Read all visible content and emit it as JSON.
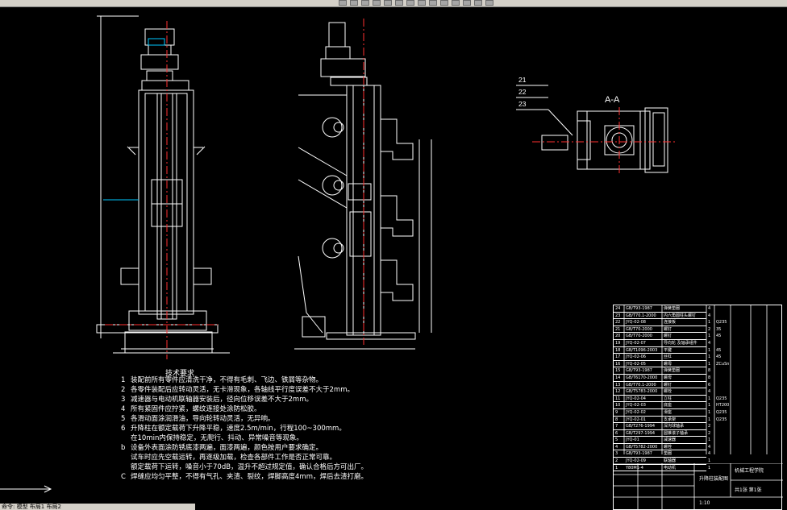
{
  "app": {
    "toolbar_icons": [
      "new-icon",
      "open-icon",
      "save-icon",
      "print-icon",
      "cut-icon",
      "copy-icon",
      "paste-icon",
      "undo-icon",
      "redo-icon",
      "zoom-icon",
      "pan-icon",
      "layer-icon",
      "properties-icon",
      "help-icon"
    ]
  },
  "drawing": {
    "section_label": "A-A",
    "callouts": [
      "21",
      "22",
      "23"
    ],
    "notes_title": "技术要求",
    "notes": [
      {
        "num": "1",
        "text": "装配前所有零件应清洗干净，不得有毛刺、飞边、铁屑等杂物。"
      },
      {
        "num": "2",
        "text": "各零件装配后应转动灵活，无卡滞现象，各轴线平行度误差不大于2mm。"
      },
      {
        "num": "3",
        "text": "减速器与电动机联轴器安装后，径向位移误差不大于2mm。"
      },
      {
        "num": "4",
        "text": "所有紧固件应拧紧，螺纹连接处涂防松胶。"
      },
      {
        "num": "5",
        "text": "各滑动面涂润滑油，导向轮转动灵活，无异响。"
      },
      {
        "num": "6",
        "text": "升降柱在额定载荷下升降平稳，速度2.5m/min，行程100~300mm。"
      },
      {
        "num": "",
        "text": "在10min内保持稳定，无爬行、抖动、异常噪音等现象。"
      },
      {
        "num": "b",
        "text": "设备外表面涂防锈底漆两遍，面漆两遍，颜色按用户要求确定。"
      },
      {
        "num": "",
        "text": "试车时应先空载运转，再逐级加载，检查各部件工作是否正常可靠。"
      },
      {
        "num": "",
        "text": "额定载荷下运转，噪音小于70dB，温升不超过规定值，确认合格后方可出厂。"
      },
      {
        "num": "C",
        "text": "焊缝应均匀平整，不得有气孔、夹渣、裂纹，焊脚高度4mm，焊后去渣打磨。"
      }
    ],
    "titleblock": {
      "bom_rows": [
        [
          "24",
          "GB/T93-1987",
          "弹簧垫圈",
          "4",
          "",
          ""
        ],
        [
          "23",
          "GB/T70.1-2000",
          "内六角圆柱头螺钉",
          "4",
          "",
          ""
        ],
        [
          "22",
          "JYQ-02-08",
          "连接板",
          "1",
          "Q235",
          ""
        ],
        [
          "21",
          "GB/T70-2000",
          "螺钉",
          "2",
          "35",
          ""
        ],
        [
          "20",
          "GB/T70-2000",
          "螺钉",
          "1",
          "45",
          ""
        ],
        [
          "19",
          "JYQ-02-07",
          "导向轮 及轴承组件",
          "4",
          "",
          ""
        ],
        [
          "18",
          "GB/T1096-2003",
          "平键",
          "1",
          "45",
          ""
        ],
        [
          "17",
          "JYQ-02-06",
          "丝杠",
          "1",
          "45",
          ""
        ],
        [
          "16",
          "JYQ-02-05",
          "螺母",
          "1",
          "ZCuSn",
          ""
        ],
        [
          "15",
          "GB/T93-1987",
          "弹簧垫圈",
          "8",
          "",
          ""
        ],
        [
          "14",
          "GB/T6170-2000",
          "螺母",
          "8",
          "",
          ""
        ],
        [
          "13",
          "GB/T70.1-2000",
          "螺钉",
          "6",
          "",
          ""
        ],
        [
          "12",
          "GB/T5783-2000",
          "螺栓",
          "4",
          "",
          ""
        ],
        [
          "11",
          "JYQ-02-04",
          "立柱",
          "1",
          "Q235",
          ""
        ],
        [
          "10",
          "JYQ-02-03",
          "底座",
          "1",
          "HT200",
          ""
        ],
        [
          "9",
          "JYQ-02-02",
          "滑座",
          "1",
          "Q235",
          ""
        ],
        [
          "8",
          "JYQ-02-01",
          "支承架",
          "1",
          "Q235",
          ""
        ],
        [
          "7",
          "GB/T276-1994",
          "深沟球轴承",
          "2",
          "",
          ""
        ],
        [
          "6",
          "GB/T297-1994",
          "圆锥滚子轴承",
          "2",
          "",
          ""
        ],
        [
          "5",
          "JYQ-01",
          "减速器",
          "1",
          "",
          ""
        ],
        [
          "4",
          "GB/T5782-2000",
          "螺栓",
          "4",
          "",
          ""
        ],
        [
          "3",
          "GB/T93-1987",
          "垫圈",
          "4",
          "",
          ""
        ],
        [
          "2",
          "JYQ-02-09",
          "联轴器",
          "1",
          "",
          ""
        ],
        [
          "1",
          "Y80M1-4",
          "电动机",
          "1",
          "",
          ""
        ]
      ],
      "drawing_name": "升降柱装配图",
      "school": "机械工程学院",
      "scale": "1:10",
      "sheet": "共1张 第1张"
    },
    "cmdline": "命令: 模型 布局1 布局2"
  }
}
